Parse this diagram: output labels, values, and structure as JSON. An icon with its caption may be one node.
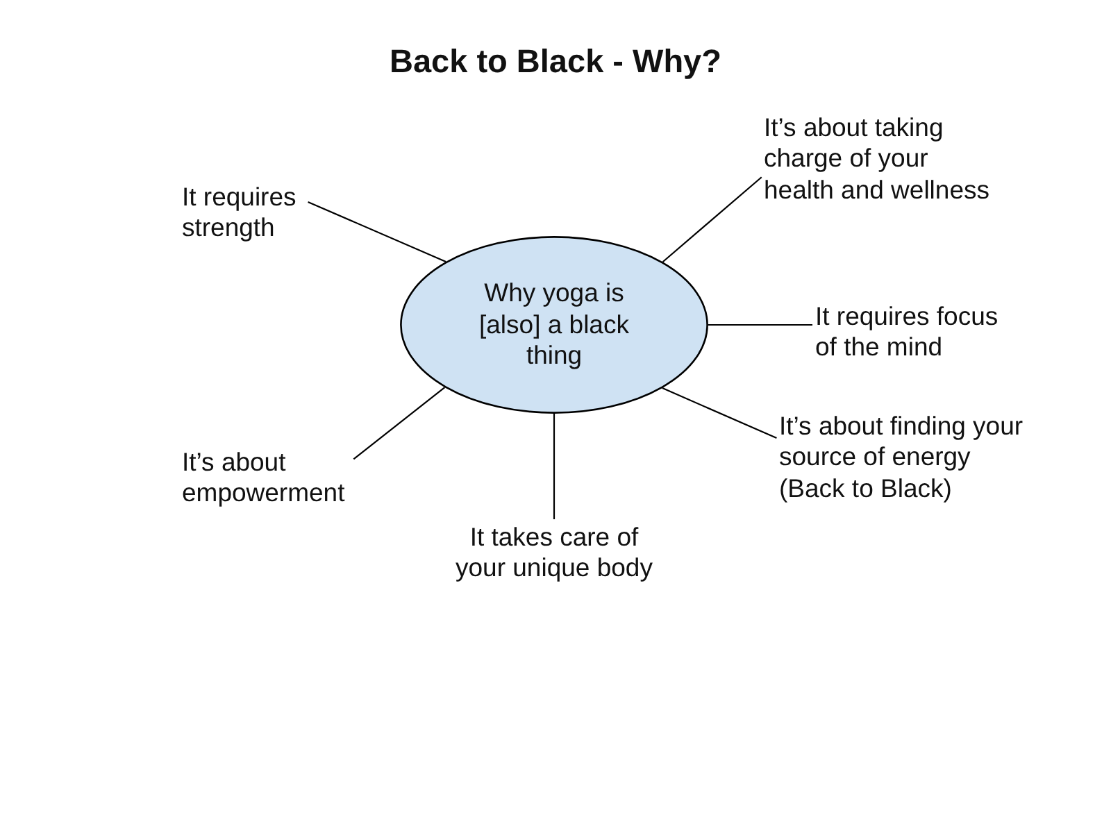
{
  "diagram": {
    "title": "Back to Black - Why?",
    "nodes": [
      {
        "text": [
          "Why yoga is [also] a black thing"
        ]
      },
      {
        "text": [
          "It’s about taking charge of your health and wellness"
        ]
      },
      {
        "text": [
          "It requires strength"
        ]
      },
      {
        "text": [
          "It requires focus of the mind"
        ]
      },
      {
        "text": [
          "It’s about finding your source of energy (Back to Black)"
        ]
      },
      {
        "text": [
          "It’s about empowerment"
        ]
      },
      {
        "text": [
          "It takes care of your unique body"
        ]
      }
    ],
    "edges": [
      {
        "from": 0,
        "to": 1,
        "arrow": "none"
      },
      {
        "from": 0,
        "to": 2,
        "arrow": "none"
      },
      {
        "from": 0,
        "to": 3,
        "arrow": "none"
      },
      {
        "from": 0,
        "to": 4,
        "arrow": "none"
      },
      {
        "from": 0,
        "to": 5,
        "arrow": "none"
      },
      {
        "from": 0,
        "to": 6,
        "arrow": "none"
      }
    ]
  }
}
